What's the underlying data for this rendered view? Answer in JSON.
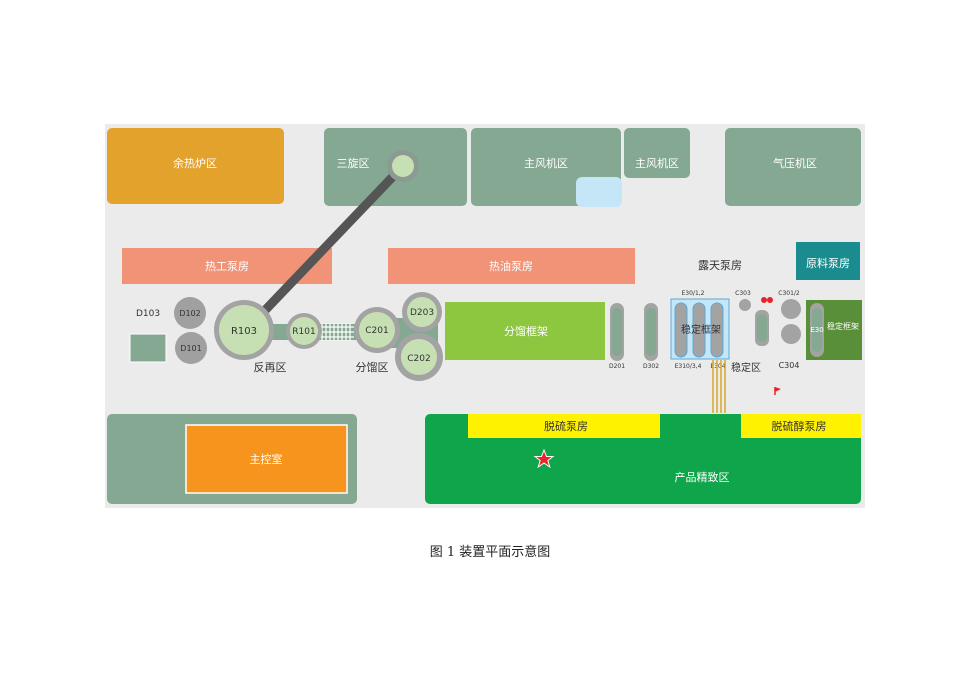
{
  "zones": {
    "waste_heat": "余热炉区",
    "cyclone": "三旋区",
    "main_blower_1": "主风机区",
    "main_blower_2": "主风机区",
    "compressor": "气压机区",
    "thermal_pump": "热工泵房",
    "hot_oil_pump": "热油泵房",
    "open_pump": "露天泵房",
    "raw_pump": "原料泵房",
    "fractionation_frame": "分馏框架",
    "stabilize_frame_1": "稳定框架",
    "stabilize_frame_2": "稳定框架",
    "reaction_regen": "反再区",
    "fractionation": "分馏区",
    "stabilize": "稳定区",
    "desulf_pump": "脱硫泵房",
    "desulf_alcohol_pump": "脱硫醇泵房",
    "main_control": "主控室",
    "product_refining": "产品精致区"
  },
  "equipment": {
    "D103": "D103",
    "D102": "D102",
    "D101": "D101",
    "R103": "R103",
    "R101": "R101",
    "C201": "C201",
    "D203": "D203",
    "C202": "C202",
    "D201": "D201",
    "D302": "D302",
    "E301_2": "E30/1,2",
    "C303": "C303",
    "C301_2": "C301/2",
    "E310_4": "E310/3,4",
    "E304": "E304",
    "E30": "E30",
    "C304": "C304"
  },
  "caption": "图 1  装置平面示意图",
  "colors": {
    "site_bg": "#ebebeb",
    "grey_green": "#84a891",
    "orange_yellow": "#e3a22c",
    "salmon": "#f09377",
    "teal": "#1a8b8e",
    "light_green": "#8dc63f",
    "dark_green": "#5a8f3a",
    "green_area": "#0fa54a",
    "yellow": "#fff200",
    "control_orange": "#f7941d",
    "light_blue": "#c5e6f6"
  },
  "icons": {
    "incident_marker": "red-star-icon",
    "location_flag": "red-flag-icon"
  }
}
